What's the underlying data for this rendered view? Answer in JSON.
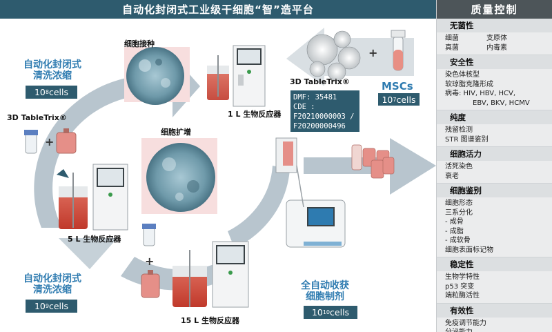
{
  "title": "自动化封闭式工业级干细胞“智”造平台",
  "qc": {
    "header": "质量控制",
    "sections": [
      {
        "title": "无菌性",
        "rows": [
          [
            "细菌",
            "支原体"
          ],
          [
            "真菌",
            "内毒素"
          ]
        ]
      },
      {
        "title": "安全性",
        "rows": [
          [
            "染色体核型"
          ],
          [
            "软琼脂克隆形成"
          ],
          [
            "病毒: HIV, HBV, HCV,"
          ],
          [
            "EBV, BKV, HCMV"
          ]
        ]
      },
      {
        "title": "纯度",
        "rows": [
          [
            "残留检测"
          ],
          [
            "STR 图谱鉴别"
          ]
        ]
      },
      {
        "title": "细胞活力",
        "rows": [
          [
            "活死染色"
          ],
          [
            "衰老"
          ]
        ]
      },
      {
        "title": "细胞鉴别",
        "rows": [
          [
            "细胞形态"
          ],
          [
            "三系分化"
          ],
          [
            "- 成骨"
          ],
          [
            "- 成脂"
          ],
          [
            "- 成软骨"
          ],
          [
            "细胞表面标记物"
          ]
        ]
      },
      {
        "title": "稳定性",
        "rows": [
          [
            "生物学特性"
          ],
          [
            "p53 突变"
          ],
          [
            "端粒酶活性"
          ]
        ]
      },
      {
        "title": "有效性",
        "rows": [
          [
            "免疫调节能力"
          ],
          [
            "分泌能力"
          ]
        ]
      }
    ]
  },
  "labels": {
    "seeding": "细胞接种",
    "expansion": "细胞扩增",
    "reactor_1l": "1 L 生物反应器",
    "reactor_5l": "5 L 生物反应器",
    "reactor_15l": "15 L 生物反应器",
    "tabletrix_top": "3D TableTrix®",
    "tabletrix_left": "3D TableTrix®",
    "wash_top_1": "自动化封闭式",
    "wash_top_2": "清洗浓缩",
    "wash_bottom_1": "自动化封闭式",
    "wash_bottom_2": "清洗浓缩",
    "harvest_1": "全自动收获",
    "harvest_2": "细胞制剂",
    "mscs": "MSCs",
    "plus": "+"
  },
  "cells": {
    "top_base": "10",
    "top_exp": "8",
    "top_unit": " cells",
    "mscs_base": "10",
    "mscs_exp": "7",
    "mscs_unit": " cells",
    "bottom_base": "10",
    "bottom_exp": "9",
    "bottom_unit": " cells",
    "harvest_base": "10",
    "harvest_exp": "10",
    "harvest_unit": " cells"
  },
  "cde": {
    "line1": "DMF: 35481",
    "line2": "CDE :",
    "line3": "F20210000003 /",
    "line4": "F20200000496"
  },
  "colors": {
    "title_bg": "#2e5b6e",
    "accent_blue": "#2e7bb0",
    "arrow_gray": "#b8c5ce",
    "qc_header": "#4d5559",
    "qc_bg": "#ebeced"
  }
}
